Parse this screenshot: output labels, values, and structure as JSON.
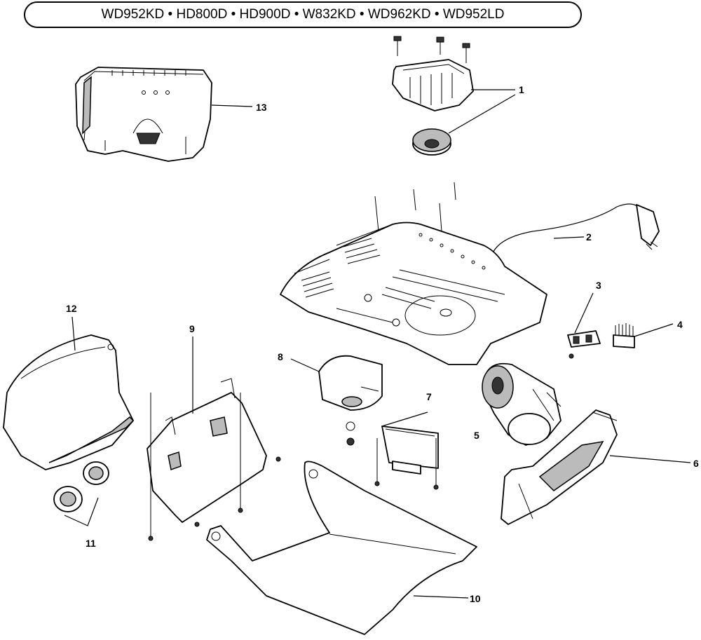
{
  "header": {
    "models": "WD952KD • HD800D • HD900D • W832KD • WD962KD • WD952LD"
  },
  "callouts": {
    "c1": "1",
    "c2": "2",
    "c3": "3",
    "c4": "4",
    "c5": "5",
    "c6": "6",
    "c7": "7",
    "c8": "8",
    "c9": "9",
    "c10": "10",
    "c11": "11",
    "c12": "12",
    "c13": "13"
  }
}
